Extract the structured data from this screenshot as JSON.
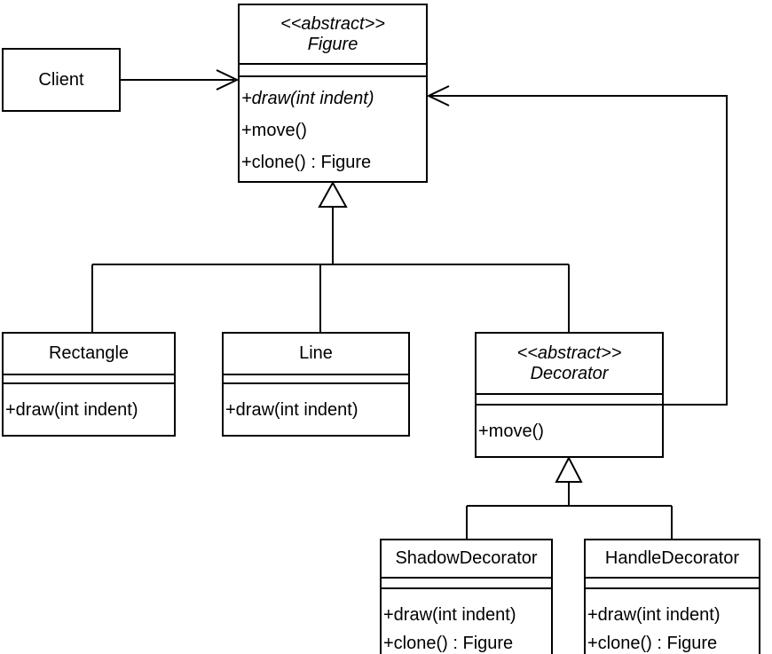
{
  "colors": {
    "stroke": "#000000",
    "background": "#ffffff",
    "box_fill": "#ffffff"
  },
  "classes": {
    "client": {
      "name": "Client"
    },
    "figure": {
      "stereotype": "<<abstract>>",
      "name": "Figure",
      "methods": [
        "+draw(int indent)",
        "+move()",
        "+clone() : Figure"
      ]
    },
    "rectangle": {
      "name": "Rectangle",
      "methods": [
        "+draw(int indent)"
      ]
    },
    "line": {
      "name": "Line",
      "methods": [
        "+draw(int indent)"
      ]
    },
    "decorator": {
      "stereotype": "<<abstract>>",
      "name": "Decorator",
      "methods": [
        "+move()"
      ]
    },
    "shadowDecorator": {
      "name": "ShadowDecorator",
      "methods": [
        "+draw(int indent)",
        "+clone() : Figure"
      ]
    },
    "handleDecorator": {
      "name": "HandleDecorator",
      "methods": [
        "+draw(int indent)",
        "+clone() : Figure"
      ]
    }
  },
  "relationships": [
    {
      "from": "Client",
      "to": "Figure",
      "type": "association-open-arrow"
    },
    {
      "from": "Rectangle",
      "to": "Figure",
      "type": "generalization"
    },
    {
      "from": "Line",
      "to": "Figure",
      "type": "generalization"
    },
    {
      "from": "Decorator",
      "to": "Figure",
      "type": "generalization"
    },
    {
      "from": "Decorator",
      "to": "Figure",
      "type": "association-open-arrow"
    },
    {
      "from": "ShadowDecorator",
      "to": "Decorator",
      "type": "generalization"
    },
    {
      "from": "HandleDecorator",
      "to": "Decorator",
      "type": "generalization"
    }
  ]
}
